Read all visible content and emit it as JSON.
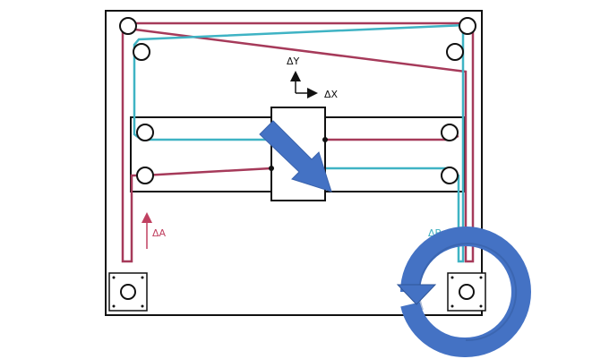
{
  "labels": {
    "dy": "ΔY",
    "dx": "ΔX",
    "da": "ΔA",
    "db": "ΔB"
  },
  "colors": {
    "belt_a": "#a63a5a",
    "belt_b": "#3fb3c4",
    "frame": "#111111",
    "big_arrow": "#4472c4",
    "label_a": "#c04060",
    "label_b": "#40b0c0"
  }
}
